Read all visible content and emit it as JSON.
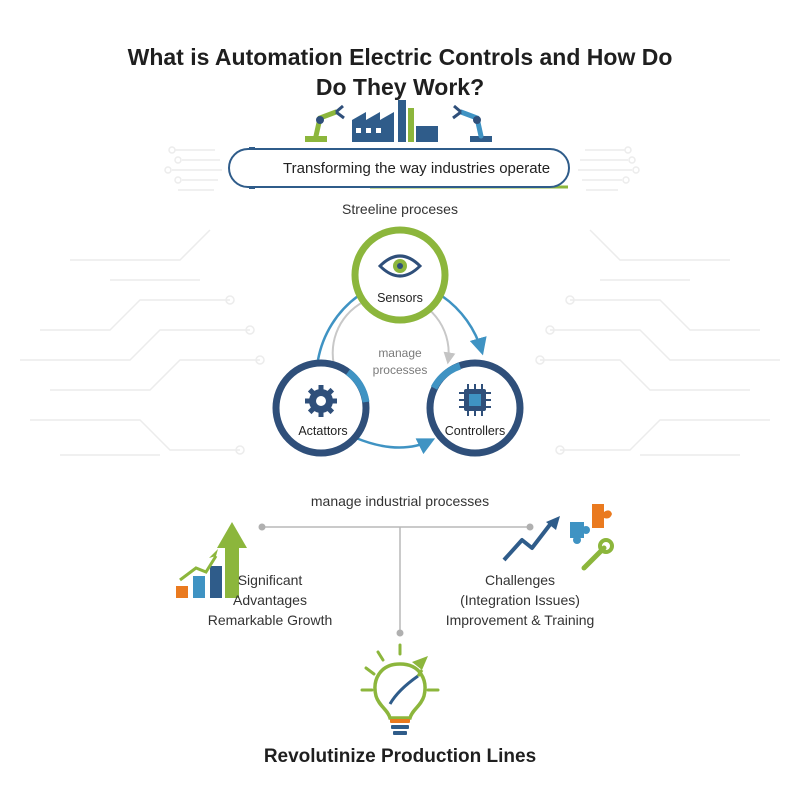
{
  "title": {
    "line1": "What is Automation Electric Controls and How Do",
    "line2": "Do They Work?"
  },
  "banner": {
    "text": "Transforming the way industries operate",
    "icon": "gear-icon"
  },
  "subtitle": "Streeline proceses",
  "cycle": {
    "center": {
      "line1": "manage",
      "line2": "processes"
    },
    "nodes": [
      {
        "label": "Sensors",
        "icon": "eye-icon",
        "color": "#8cb63c"
      },
      {
        "label": "Actattors",
        "icon": "gear-icon",
        "color": "#2f4f7a"
      },
      {
        "label": "Controllers",
        "icon": "chip-icon",
        "color": "#2f4f7a"
      }
    ]
  },
  "hub_label": "manage industrial processes",
  "left": {
    "lines": [
      "Significant",
      "Advantages",
      "Remarkable Growth"
    ],
    "icon": "growth-chart-icon"
  },
  "right": {
    "lines": [
      "Challenges",
      "(Integration Issues)",
      "Improvement & Training"
    ],
    "icon": "puzzle-wrench-icon"
  },
  "bottom": {
    "title": "Revolutinize Production Lines",
    "icon": "lightbulb-icon"
  },
  "colors": {
    "navy": "#2f4f7a",
    "green": "#8cb63c",
    "blue": "#3f93c3",
    "orange": "#ea7a1f"
  }
}
